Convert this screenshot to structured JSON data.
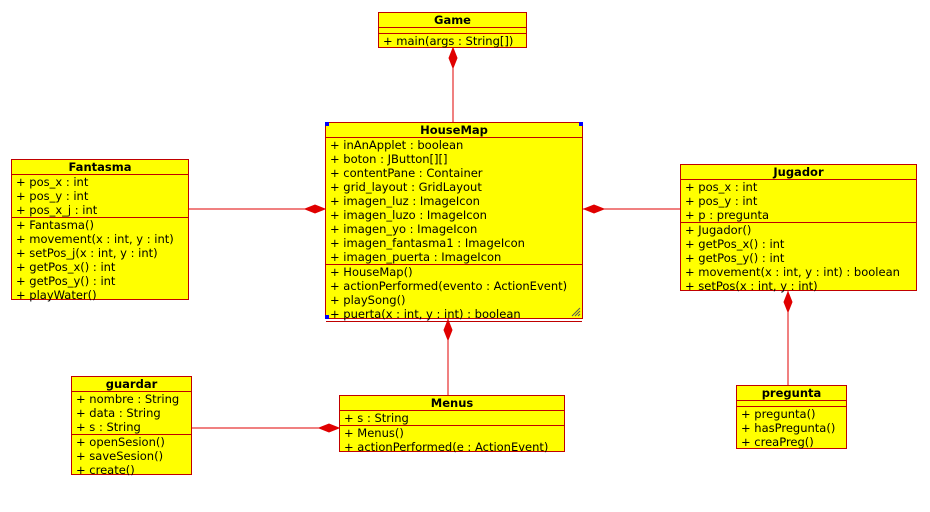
{
  "colors": {
    "class_fill": "#ffff00",
    "border": "#c00000",
    "link": "#e00000",
    "selection_handle": "#0000ff"
  },
  "classes": {
    "game": {
      "name": "Game",
      "attributes": [],
      "operations": [
        "+ main(args : String[])"
      ]
    },
    "housemap": {
      "name": "HouseMap",
      "attributes": [
        "+ inAnApplet : boolean",
        "+ boton : JButton[][]",
        "+ contentPane : Container",
        "+ grid_layout : GridLayout",
        "+ imagen_luz : ImageIcon",
        "+ imagen_luzo : ImageIcon",
        "+ imagen_yo : ImageIcon",
        "+ imagen_fantasma1 : ImageIcon",
        "+ imagen_puerta : ImageIcon"
      ],
      "operations": [
        "+ HouseMap()",
        "+ actionPerformed(evento : ActionEvent)",
        "+ playSong()",
        "+ puerta(x : int, y : int) : boolean"
      ]
    },
    "fantasma": {
      "name": "Fantasma",
      "attributes": [
        "+ pos_x : int",
        "+ pos_y : int",
        "+ pos_x_j : int"
      ],
      "operations": [
        "+ Fantasma()",
        "+ movement(x : int, y : int)",
        "+ setPos_j(x : int, y : int)",
        "+ getPos_x() : int",
        "+ getPos_y() : int",
        "+ playWater()"
      ]
    },
    "jugador": {
      "name": "Jugador",
      "attributes": [
        "+ pos_x : int",
        "+ pos_y : int",
        "+ p : pregunta"
      ],
      "operations": [
        "+ Jugador()",
        "+ getPos_x() : int",
        "+ getPos_y() : int",
        "+ movement(x : int, y : int) : boolean",
        "+ setPos(x : int, y : int)"
      ]
    },
    "guardar": {
      "name": "guardar",
      "attributes": [
        "+ nombre : String",
        "+ data : String",
        "+ s : String"
      ],
      "operations": [
        "+ openSesion()",
        "+ saveSesion()",
        "+ create()"
      ]
    },
    "menus": {
      "name": "Menus",
      "attributes": [
        "+ s : String"
      ],
      "operations": [
        "+ Menus()",
        "+ actionPerformed(e : ActionEvent)"
      ]
    },
    "pregunta": {
      "name": "pregunta",
      "attributes": [],
      "operations": [
        "+ pregunta()",
        "+ hasPregunta()",
        "+ creaPreg()"
      ]
    }
  }
}
